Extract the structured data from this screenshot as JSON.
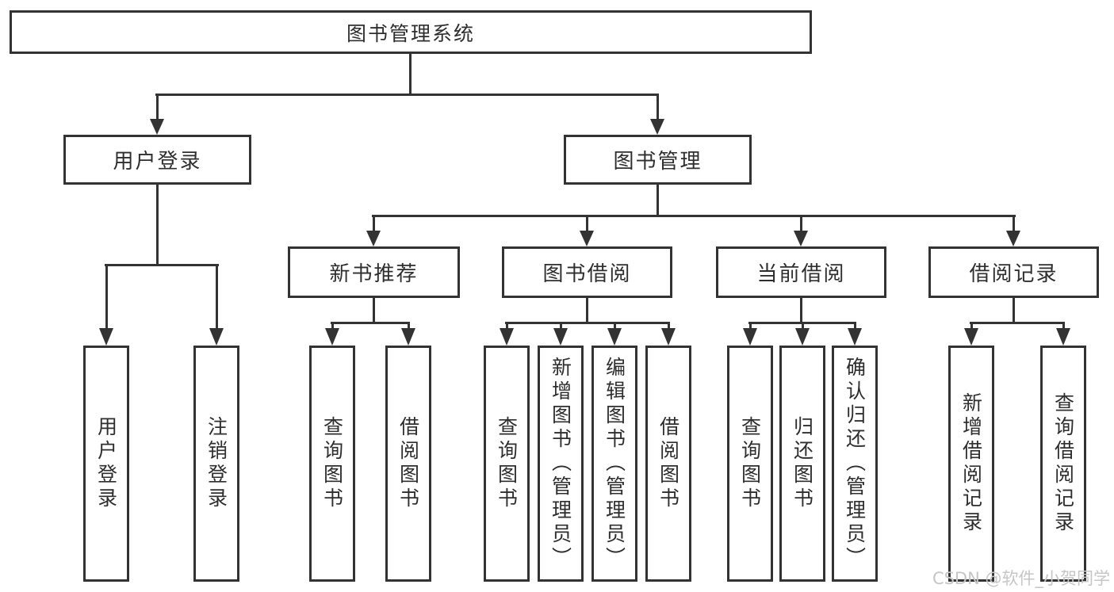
{
  "diagram": {
    "type": "hierarchy-tree",
    "colors": {
      "line": "#333333",
      "box_border": "#333333",
      "box_fill": "#ffffff",
      "text": "#2e2e2e",
      "background": "#ffffff",
      "watermark": "#c6c6c6"
    },
    "tree": {
      "root": "图书管理系统",
      "branches": [
        {
          "label": "用户登录",
          "leaves": [
            "用户登录",
            "注销登录"
          ]
        },
        {
          "label": "图书管理",
          "groups": [
            {
              "label": "新书推荐",
              "leaves": [
                "查询图书",
                "借阅图书"
              ]
            },
            {
              "label": "图书借阅",
              "leaves": [
                "查询图书",
                "新增图书（管理员）",
                "编辑图书（管理员）",
                "借阅图书"
              ]
            },
            {
              "label": "当前借阅",
              "leaves": [
                "查询图书",
                "归还图书",
                "确认归还（管理员）"
              ]
            },
            {
              "label": "借阅记录",
              "leaves": [
                "新增借阅记录",
                "查询借阅记录"
              ]
            }
          ]
        }
      ]
    },
    "watermark": "CSDN @软件_小贺同学"
  }
}
